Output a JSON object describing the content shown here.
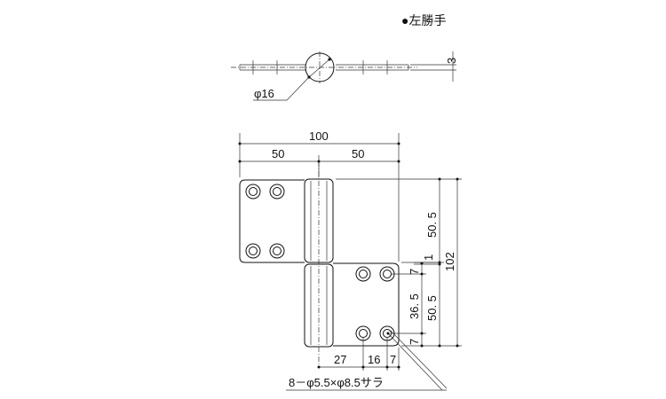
{
  "title": "●左勝手",
  "top_view": {
    "pin_diameter": "φ16",
    "thickness": "3"
  },
  "front_view": {
    "overall_width": "100",
    "left_leaf_width": "50",
    "right_leaf_width": "50",
    "upper_leaf_height": "50. 5",
    "gap": "1",
    "overall_height": "102",
    "lower_leaf_height": "50. 5",
    "hole_pitch_vertical": "36. 5",
    "hole_edge_top": "7",
    "hole_edge_bottom": "7",
    "hole_offset_x": "27",
    "hole_pitch_horizontal": "16",
    "hole_edge_right": "7"
  },
  "hole_spec": "8－φ5.5×φ8.5サラ"
}
